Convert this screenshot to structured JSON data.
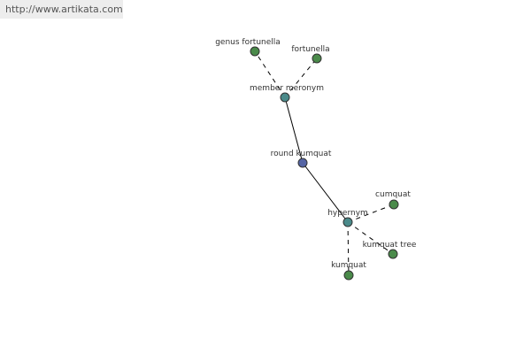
{
  "source": {
    "url_text": "http://www.artikata.com"
  },
  "colors": {
    "center": "#5565a5",
    "relation": "#4a8a8a",
    "leaf": "#4a8a4a"
  },
  "graph": {
    "nodes": [
      {
        "id": "round-kumquat",
        "label": "round kumquat",
        "kind": "center"
      },
      {
        "id": "member-meronym",
        "label": "member meronym",
        "kind": "relation"
      },
      {
        "id": "hypernym",
        "label": "hypernym",
        "kind": "relation"
      },
      {
        "id": "genus-fortunella",
        "label": "genus fortunella",
        "kind": "leaf"
      },
      {
        "id": "fortunella",
        "label": "fortunella",
        "kind": "leaf"
      },
      {
        "id": "cumquat",
        "label": "cumquat",
        "kind": "leaf"
      },
      {
        "id": "kumquat-tree",
        "label": "kumquat tree",
        "kind": "leaf"
      },
      {
        "id": "kumquat",
        "label": "kumquat",
        "kind": "leaf"
      }
    ],
    "edges": [
      {
        "from": "round-kumquat",
        "to": "member-meronym",
        "style": "solid"
      },
      {
        "from": "round-kumquat",
        "to": "hypernym",
        "style": "solid"
      },
      {
        "from": "member-meronym",
        "to": "genus-fortunella",
        "style": "dashed"
      },
      {
        "from": "member-meronym",
        "to": "fortunella",
        "style": "dashed"
      },
      {
        "from": "hypernym",
        "to": "cumquat",
        "style": "dashed"
      },
      {
        "from": "hypernym",
        "to": "kumquat-tree",
        "style": "dashed"
      },
      {
        "from": "hypernym",
        "to": "kumquat",
        "style": "dashed"
      }
    ]
  }
}
